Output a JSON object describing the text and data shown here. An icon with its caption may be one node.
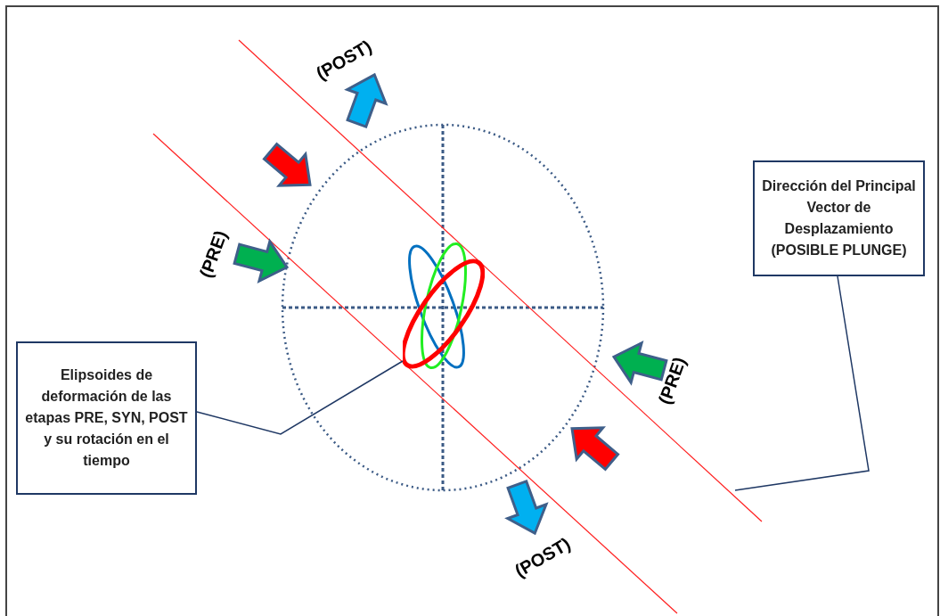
{
  "diagram": {
    "nodes": [
      {
        "text": [
          "Elipsoides de deformación de las etapas PRE, SYN, POST y su rotación en el tiempo"
        ]
      },
      {
        "text": [
          "Dirección del Principal Vector de Desplazamiento (POSIBLE PLUNGE)"
        ]
      },
      {
        "text": [],
        "shape": "ellipse"
      }
    ],
    "edges": [
      {
        "from": 0,
        "to": 2,
        "arrow": "none"
      },
      {
        "from": 1,
        "to": null,
        "arrow": "none"
      }
    ],
    "labels": [
      "(POST)",
      "(PRE)",
      "(PRE)",
      "(POST)"
    ]
  }
}
